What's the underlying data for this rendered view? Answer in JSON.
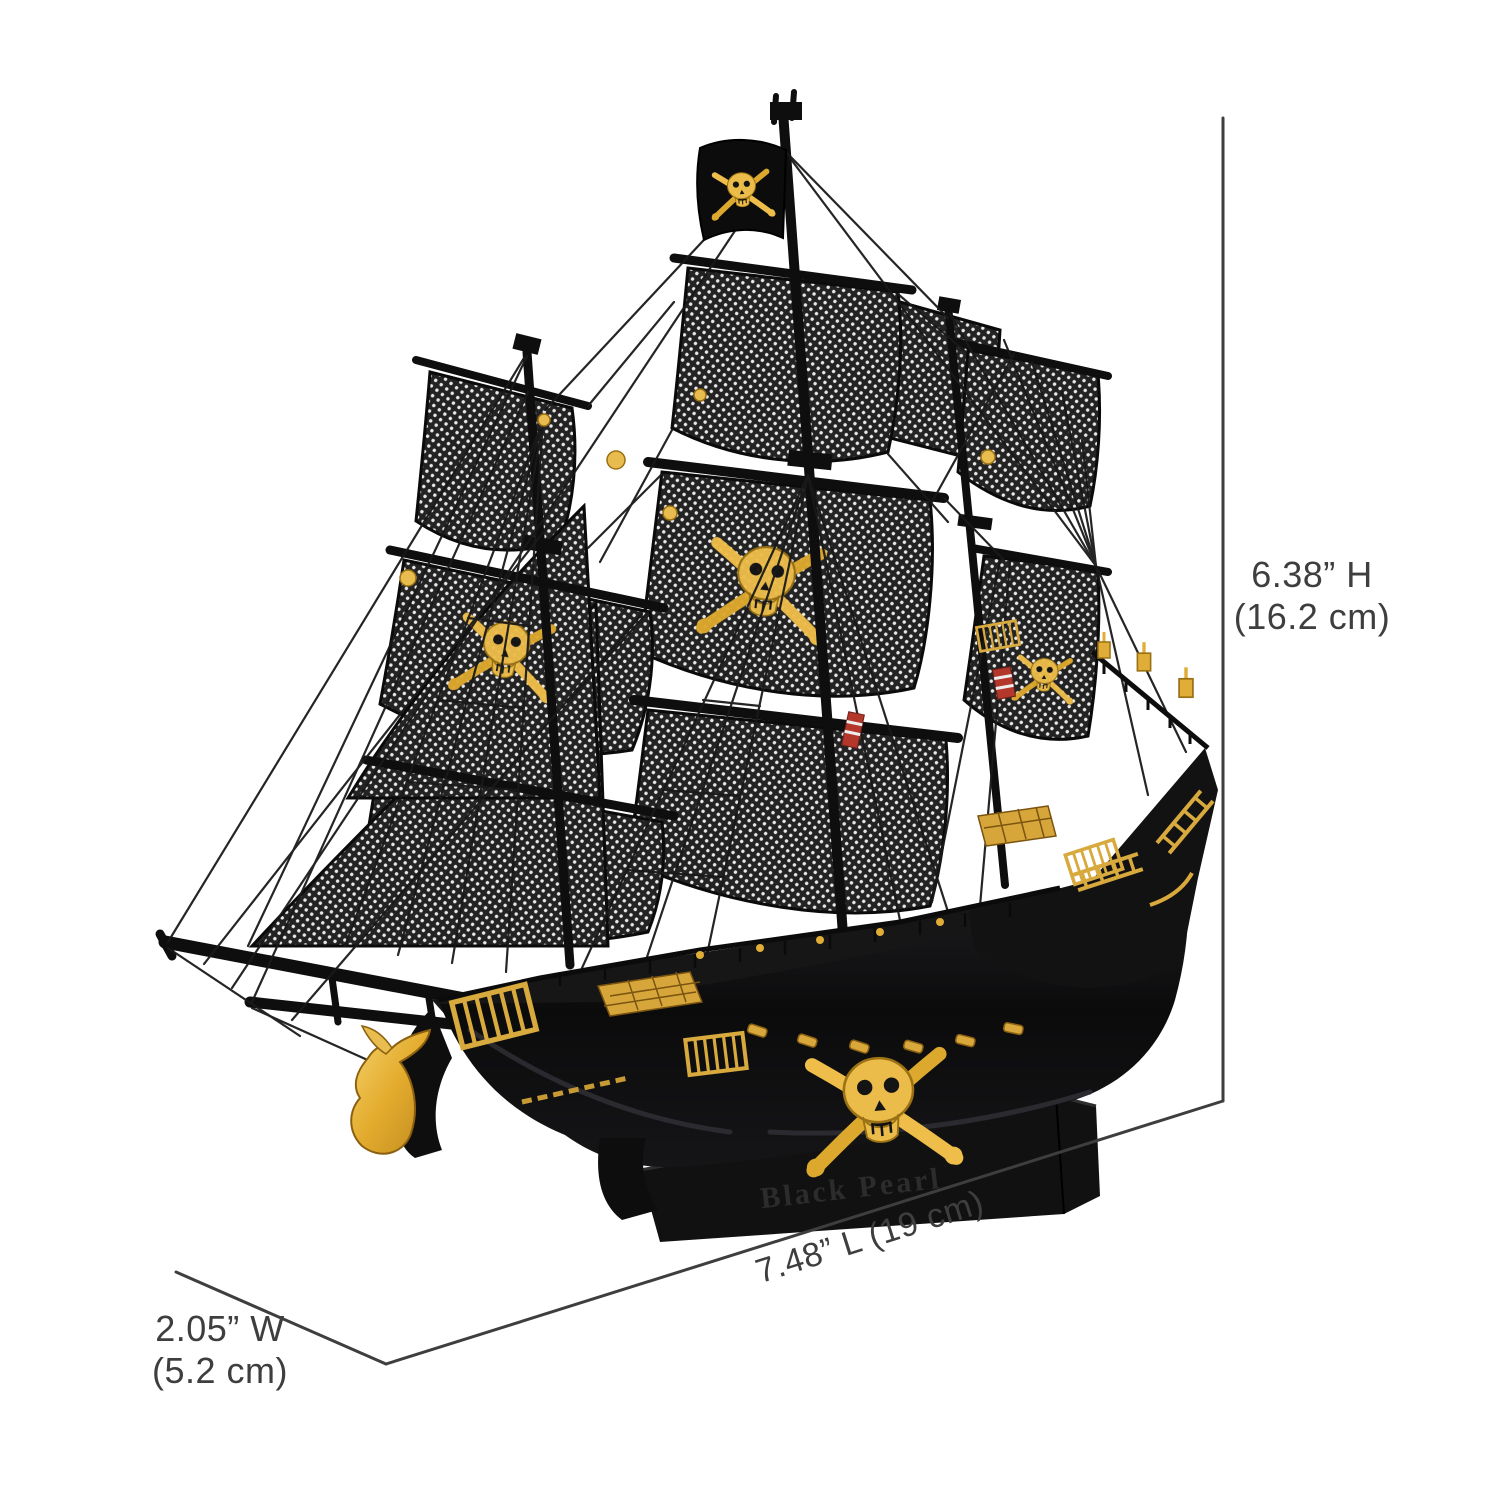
{
  "page": {
    "background": "#ffffff"
  },
  "product": {
    "base_engraving": "Black Pearl",
    "description": "black and gold 3D metal model pirate ship with mesh sails on a black display stand"
  },
  "dimensions": {
    "height_in": "6.38” H",
    "height_cm": "(16.2 cm)",
    "length_label": "7.48” L (19 cm)",
    "width_in": "2.05” W",
    "width_cm": "(5.2 cm)"
  },
  "emblems": {
    "flag_icon": "jolly-roger-flag",
    "sail_icon": "gold-skull-crossed-swords",
    "base_icon": "gold-skull-crossed-cutlasses",
    "figurehead_icon": "gold-angel-figurehead"
  },
  "colors": {
    "dimension_line": "#3e3e3e",
    "label_text": "#3e3e3e",
    "ship_black": "#0d0d0d",
    "gold": "#e3ae35",
    "flag_red": "#b3372b",
    "mesh_sail": "#232323"
  }
}
